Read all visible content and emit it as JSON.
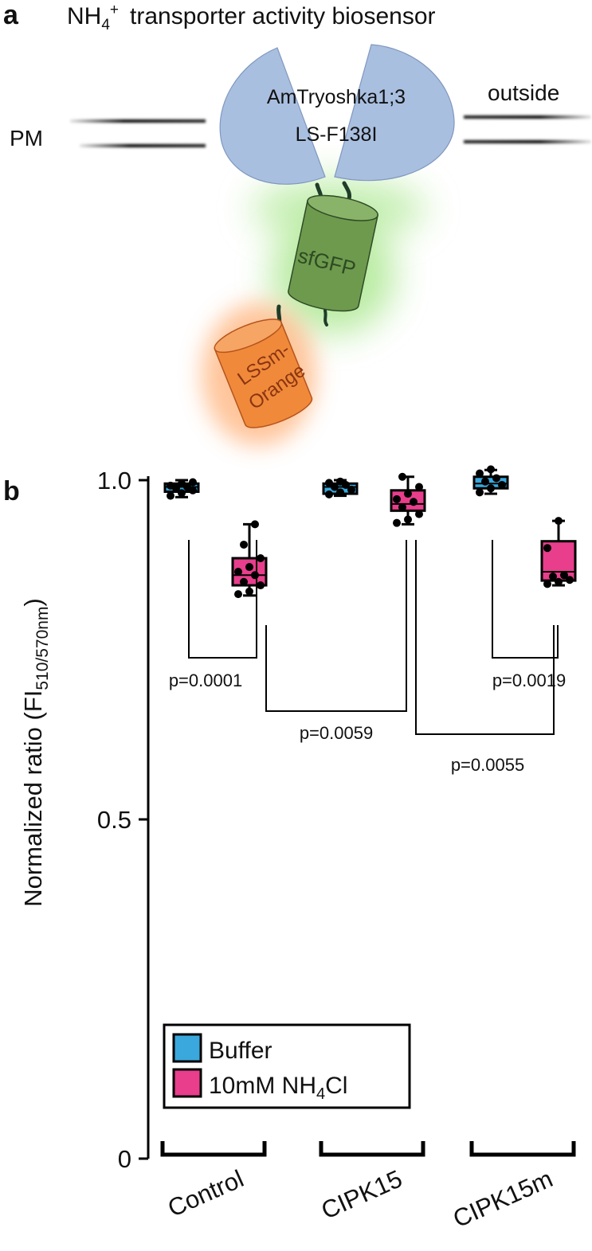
{
  "panel_a": {
    "letter": "a",
    "title_prefix": "NH",
    "title_sub": "4",
    "title_sup": "+",
    "title_rest": "transporter activity biosensor",
    "pm_label": "PM",
    "outside_label": "outside",
    "transporter_line1": "AmTryoshka1;3",
    "transporter_line2": "LS-F138I",
    "gfp_label": "sfGFP",
    "orange_line1": "LSSm-",
    "orange_line2": "Orange",
    "colors": {
      "transporter": "#a9bfe0",
      "gfp": "#6e9a4e",
      "gfp_glow": "#9be37a",
      "orange": "#f08a3a",
      "orange_glow": "#ffb27a"
    }
  },
  "panel_b": {
    "letter": "b"
  },
  "chart_data": {
    "type": "box",
    "ylabel_main": "Normalized ratio (FI",
    "ylabel_sub": "510/570nm",
    "ylabel_close": ")",
    "ylim": [
      0,
      1.0
    ],
    "yticks": [
      {
        "value": 0,
        "label": "0"
      },
      {
        "value": 0.5,
        "label": "0.5"
      },
      {
        "value": 1.0,
        "label": "1.0"
      }
    ],
    "groups": [
      "Control",
      "CIPK15",
      "CIPK15m"
    ],
    "legend": {
      "entries": [
        {
          "name": "Buffer",
          "color": "#3aa8dc"
        },
        {
          "name_main": "10mM NH",
          "name_sub": "4",
          "name_rest": "Cl",
          "color": "#e83e8c"
        }
      ]
    },
    "boxes": [
      {
        "group": "Control",
        "series": "Buffer",
        "color": "#3aa8dc",
        "min": 0.975,
        "q1": 0.983,
        "median": 0.99,
        "q3": 0.995,
        "max": 1.0,
        "points": [
          0.977,
          0.981,
          0.985,
          0.988,
          0.99,
          0.992,
          0.995,
          0.997
        ]
      },
      {
        "group": "Control",
        "series": "10mM NH4Cl",
        "color": "#e83e8c",
        "min": 0.83,
        "q1": 0.845,
        "median": 0.86,
        "q3": 0.885,
        "max": 0.935,
        "points": [
          0.832,
          0.836,
          0.845,
          0.85,
          0.86,
          0.865,
          0.872,
          0.885,
          0.905,
          0.935
        ]
      },
      {
        "group": "CIPK15",
        "series": "Buffer",
        "color": "#3aa8dc",
        "min": 0.977,
        "q1": 0.98,
        "median": 0.99,
        "q3": 0.995,
        "max": 1.0,
        "points": [
          0.979,
          0.982,
          0.986,
          0.99,
          0.993,
          0.996,
          0.998
        ]
      },
      {
        "group": "CIPK15",
        "series": "10mM NH4Cl",
        "color": "#e83e8c",
        "min": 0.935,
        "q1": 0.955,
        "median": 0.965,
        "q3": 0.985,
        "max": 1.005,
        "points": [
          0.937,
          0.942,
          0.95,
          0.96,
          0.968,
          0.972,
          0.98,
          0.99,
          1.005
        ]
      },
      {
        "group": "CIPK15m",
        "series": "Buffer",
        "color": "#3aa8dc",
        "min": 0.98,
        "q1": 0.988,
        "median": 0.995,
        "q3": 1.005,
        "max": 1.015,
        "points": [
          0.982,
          0.988,
          0.993,
          0.998,
          1.003,
          1.01,
          1.016
        ]
      },
      {
        "group": "CIPK15m",
        "series": "10mM NH4Cl",
        "color": "#e83e8c",
        "min": 0.845,
        "q1": 0.852,
        "median": 0.865,
        "q3": 0.91,
        "max": 0.94,
        "points": [
          0.847,
          0.85,
          0.853,
          0.858,
          0.86,
          0.9,
          0.94
        ]
      }
    ],
    "annotations": [
      "p=0.0001",
      "p=0.0059",
      "p=0.0055",
      "p=0.0019"
    ]
  }
}
